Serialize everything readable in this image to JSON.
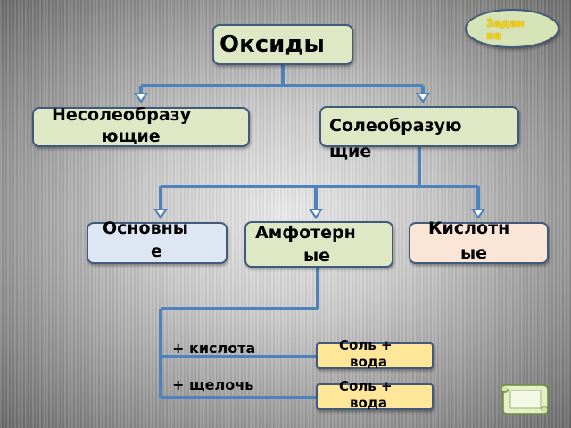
{
  "task_badge": {
    "line1": "Задан",
    "line2": "ие"
  },
  "root": {
    "label": "Оксиды"
  },
  "level1": {
    "nonsalt": {
      "line1": "Несолеобразу",
      "line2": "ющие"
    },
    "salt": {
      "line1": "Солеобразую",
      "line2": "щие"
    }
  },
  "level2": {
    "basic": {
      "line1": "Основны",
      "line2": "е"
    },
    "amphoteric": {
      "line1": "Амфотерн",
      "line2": "ые"
    },
    "acidic": {
      "line1": "Кислотн",
      "line2": "ые"
    }
  },
  "reactions": [
    {
      "reagent": "+ кислота",
      "product_line1": "Соль +",
      "product_line2": "вода"
    },
    {
      "reagent": "+  щелочь",
      "product_line1": "Соль +",
      "product_line2": "вода"
    }
  ],
  "colors": {
    "connector": "#4f81bd",
    "box_green": "#dfe8c4",
    "box_blue": "#dde6f2",
    "box_peach": "#fbe5d6",
    "box_yellow": "#ffe699",
    "badge_text": "#ffd200"
  },
  "icons": {
    "next": "scroll-icon"
  }
}
